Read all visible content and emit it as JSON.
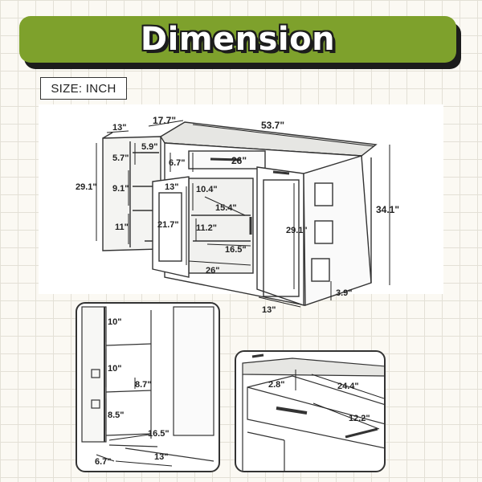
{
  "title": "Dimension",
  "unit_label": "SIZE: INCH",
  "main_view": {
    "depth_top": "17.7\"",
    "width_top": "53.7\"",
    "side_depth": "13\"",
    "side_height": "29.1\"",
    "side_top_open": "5.7\"",
    "side_top_width": "5.9\"",
    "side_mid_open": "9.1\"",
    "side_low_open": "11\"",
    "drawer_height": "6.7\"",
    "drawer_width": "26\"",
    "inner_depth": "13\"",
    "shelf_top_h": "10.4\"",
    "shelf_w": "15.4\"",
    "cab_height": "21.7\"",
    "shelf_low_h": "11.2\"",
    "shelf_low_w": "16.5\"",
    "cab_width": "26\"",
    "right_height": "29.1\"",
    "total_height": "34.1\"",
    "right_depth": "13\"",
    "rack_height": "3.9\""
  },
  "left_view": {
    "top": "10\"",
    "mid": "10\"",
    "shelf_d": "8.7\"",
    "low": "8.5\"",
    "width": "16.5\"",
    "front": "6.7\"",
    "depth": "13\""
  },
  "right_view": {
    "drawer_h": "2.8\"",
    "drawer_w": "24.4\"",
    "drawer_d": "12.2\""
  }
}
